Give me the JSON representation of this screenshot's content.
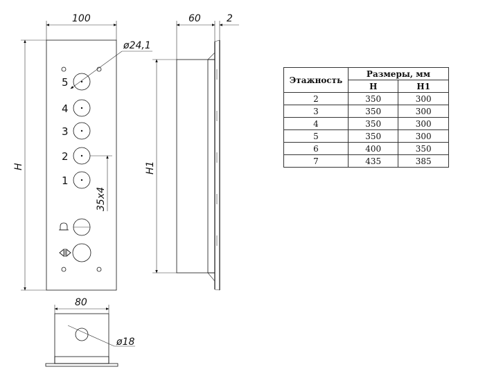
{
  "dimensions": {
    "front_width": "100",
    "hole_diameter": "ø24,1",
    "height": "H",
    "spacing": "35x4",
    "side_depth": "60",
    "flange": "2",
    "height_h1": "H1",
    "bottom_width": "80",
    "bottom_hole": "ø18"
  },
  "buttons": [
    "5",
    "4",
    "3",
    "2",
    "1"
  ],
  "table": {
    "header_floors": "Этажность",
    "header_sizes": "Размеры, мм",
    "col_h": "H",
    "col_h1": "H1",
    "rows": [
      [
        "2",
        "350",
        "300"
      ],
      [
        "3",
        "350",
        "300"
      ],
      [
        "4",
        "350",
        "300"
      ],
      [
        "5",
        "350",
        "300"
      ],
      [
        "6",
        "400",
        "350"
      ],
      [
        "7",
        "435",
        "385"
      ]
    ]
  },
  "icons": [
    "bell-icon",
    "door-open-close-icon"
  ]
}
